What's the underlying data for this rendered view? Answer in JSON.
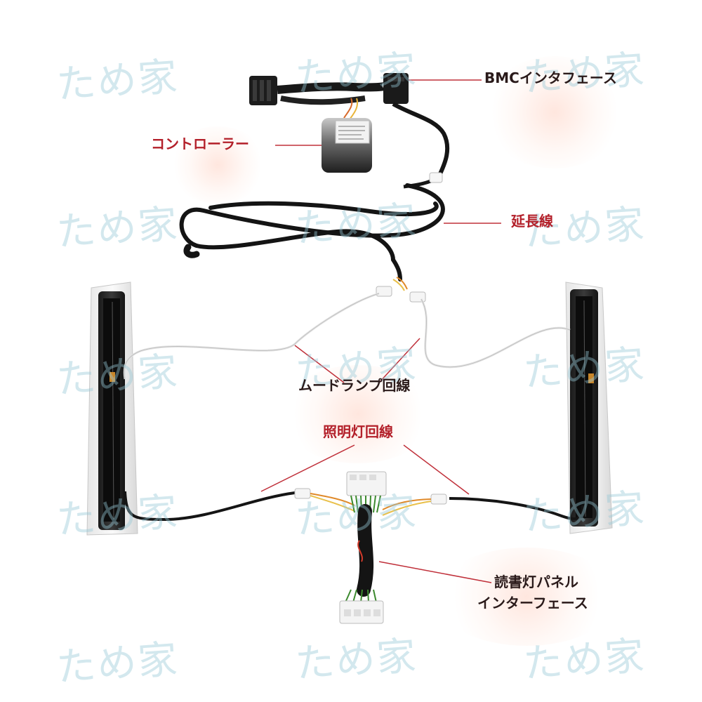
{
  "labels": {
    "bmc_interface": "BMCインタフェース",
    "controller": "コントローラー",
    "extension_cable": "延長線",
    "mood_lamp_circuit": "ムードランプ回線",
    "lighting_circuit": "照明灯回線",
    "reading_panel_interface_line1": "読書灯パネル",
    "reading_panel_interface_line2": "インターフェース"
  },
  "watermark": "ため家",
  "colors": {
    "label_red": "#b3202a",
    "label_dark": "#2a1a1a",
    "leader_red": "#c0303a",
    "cable_black": "#151515",
    "cable_white": "#f4f4f4",
    "wire_orange": "#e08a2a",
    "wire_green": "#3c8a2e",
    "watermark": "#96c8d7"
  }
}
